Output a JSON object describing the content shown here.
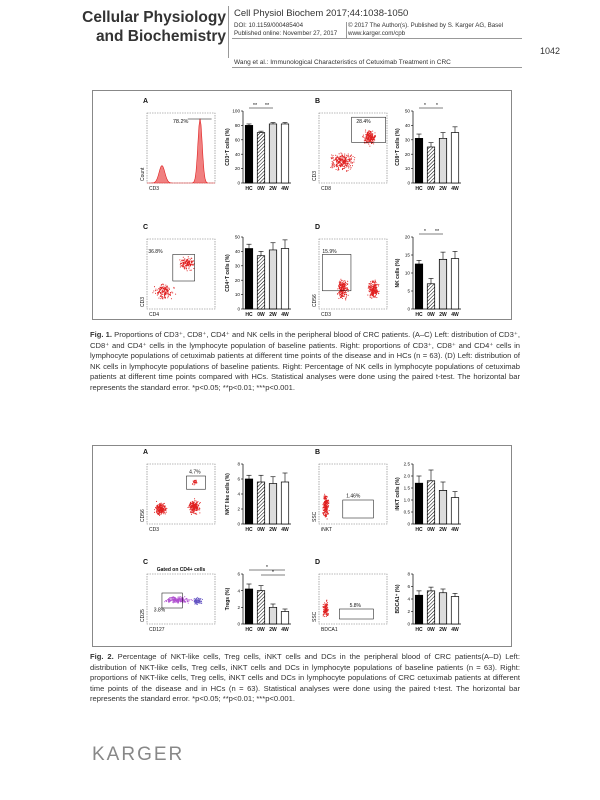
{
  "header": {
    "journal_line1": "Cellular Physiology",
    "journal_line2": "and Biochemistry",
    "citation": "Cell Physiol Biochem 2017;44:1038-1050",
    "doi": "DOI: 10.1159/000485404",
    "published": "Published online: November 27, 2017",
    "copyright": "© 2017 The Author(s). Published by S. Karger AG, Basel",
    "url": "www.karger.com/cpb",
    "page_number": "1042",
    "running_title": "Wang et al.: Immunological Characteristics of Cetuximab Treatment in CRC"
  },
  "figure1": {
    "caption_label": "Fig. 1.",
    "caption_text": "Proportions of CD3⁺, CD8⁺, CD4⁺ and NK cells in the peripheral blood of CRC patients. (A–C) Left: distribution of CD3⁺, CD8⁺ and CD4⁺ cells in the lymphocyte population of baseline patients. Right: proportions of CD3⁺, CD8⁺ and CD4⁺ cells in lymphocyte populations of cetuximab patients at different time points of the disease and in HCs (n = 63). (D) Left: distribution of NK cells in lymphocyte populations of baseline patients. Right: Percentage of NK cells in lymphocyte populations of cetuximab patients at different time points compared with HCs. Statistical analyses were done using the paired t-test. The horizontal bar represents the standard error. *p<0.05; **p<0.01; ***p<0.001."
  },
  "figure2": {
    "caption_label": "Fig. 2.",
    "caption_text": "Percentage of NKT-like cells, Treg cells, iNKT cells and DCs in the peripheral blood of CRC patients(A–D) Left: distribution of NKT-like cells, Treg cells, iNKT cells and DCs in lymphocyte populations of baseline patients (n = 63). Right: proportions of NKT-like cells, Treg cells, iNKT cells and DCs in lymphocyte populations of CRC cetuximab patients at different time points of the disease and in HCs (n = 63). Statistical analyses were done using the paired t-test. The horizontal bar represents the standard error. *p<0.05; **p<0.01; ***p<0.001."
  },
  "footer": {
    "publisher": "KARGER"
  },
  "colors": {
    "scatter": "#e02020",
    "purple": "#b050d0",
    "bar_black": "#000000"
  },
  "chart_data": [
    {
      "id": "1A",
      "type": "bar",
      "categories": [
        "HC",
        "0W",
        "2W",
        "4W"
      ],
      "values": [
        80,
        70,
        82,
        82
      ],
      "errors": [
        2,
        2,
        2,
        2
      ],
      "ylabel": "CD3⁺T cells (%)",
      "ylim": [
        0,
        100
      ],
      "yticks": [
        0,
        20,
        40,
        60,
        80,
        100
      ],
      "sig": [
        "**",
        "**"
      ]
    },
    {
      "id": "1B",
      "type": "bar",
      "categories": [
        "HC",
        "0W",
        "2W",
        "4W"
      ],
      "values": [
        31,
        25,
        31,
        35
      ],
      "errors": [
        3,
        3,
        4,
        4
      ],
      "ylabel": "CD8⁺T cells (%)",
      "ylim": [
        0,
        50
      ],
      "yticks": [
        0,
        10,
        20,
        30,
        40,
        50
      ],
      "sig": [
        "*",
        "*"
      ]
    },
    {
      "id": "1C",
      "type": "bar",
      "categories": [
        "HC",
        "0W",
        "2W",
        "4W"
      ],
      "values": [
        42,
        37,
        41,
        42
      ],
      "errors": [
        3,
        3,
        5,
        6
      ],
      "ylabel": "CD4⁺T cells (%)",
      "ylim": [
        0,
        50
      ],
      "yticks": [
        0,
        10,
        20,
        30,
        40,
        50
      ],
      "sig": []
    },
    {
      "id": "1D",
      "type": "bar",
      "categories": [
        "HC",
        "0W",
        "2W",
        "4W"
      ],
      "values": [
        12.5,
        7,
        13.8,
        14
      ],
      "errors": [
        1,
        1.5,
        2,
        2
      ],
      "ylabel": "NK cells (%)",
      "ylim": [
        0,
        20
      ],
      "yticks": [
        0,
        5,
        10,
        15,
        20
      ],
      "sig": [
        "*",
        "**"
      ]
    },
    {
      "id": "2A",
      "type": "bar",
      "categories": [
        "HC",
        "0W",
        "2W",
        "4W"
      ],
      "values": [
        6,
        5.6,
        5.4,
        5.6
      ],
      "errors": [
        0.5,
        0.9,
        0.9,
        1.2
      ],
      "ylabel": "NKT like cells (%)",
      "ylim": [
        0,
        8
      ],
      "yticks": [
        0,
        2,
        4,
        6,
        8
      ],
      "sig": []
    },
    {
      "id": "2B",
      "type": "bar",
      "categories": [
        "HC",
        "0W",
        "2W",
        "4W"
      ],
      "values": [
        1.7,
        1.8,
        1.4,
        1.1
      ],
      "errors": [
        0.3,
        0.45,
        0.35,
        0.25
      ],
      "ylabel": "iNKT cells (%)",
      "ylim": [
        0,
        2.5
      ],
      "yticks": [
        0,
        0.5,
        1.0,
        1.5,
        2.0,
        2.5
      ],
      "sig": []
    },
    {
      "id": "2C",
      "type": "bar",
      "categories": [
        "HC",
        "0W",
        "2W",
        "4W"
      ],
      "values": [
        4.2,
        4,
        2,
        1.5
      ],
      "errors": [
        0.6,
        0.6,
        0.4,
        0.3
      ],
      "ylabel": "Tregs (%)",
      "ylim": [
        0,
        6
      ],
      "yticks": [
        0,
        2,
        4,
        6
      ],
      "sig": [
        "*",
        "*"
      ]
    },
    {
      "id": "2D",
      "type": "bar",
      "categories": [
        "HC",
        "0W",
        "2W",
        "4W"
      ],
      "values": [
        4.6,
        5.3,
        5,
        4.4
      ],
      "errors": [
        0.7,
        0.6,
        0.6,
        0.5
      ],
      "ylabel": "BDCA1⁺ (%)",
      "ylim": [
        0,
        8
      ],
      "yticks": [
        0,
        2,
        4,
        6,
        8
      ],
      "sig": []
    }
  ],
  "flow_panels": {
    "1A": {
      "label": "A",
      "gate": "78.2%",
      "xlabel": "CD3",
      "ylabel": "Count"
    },
    "1B": {
      "label": "B",
      "gate": "28.4%",
      "xlabel": "CD8",
      "ylabel": "CD3"
    },
    "1C": {
      "label": "C",
      "gate": "36.8%",
      "xlabel": "CD4",
      "ylabel": "CD3"
    },
    "1D": {
      "label": "D",
      "gate": "15.9%",
      "xlabel": "CD3",
      "ylabel": "CD56"
    },
    "2A": {
      "label": "A",
      "gate": "4.7%",
      "xlabel": "CD3",
      "ylabel": "CD56"
    },
    "2B": {
      "label": "B",
      "gate": "1.46%",
      "xlabel": "iNKT",
      "ylabel": "SSC"
    },
    "2C": {
      "label": "C",
      "gate": "3.8%",
      "xlabel": "CD127",
      "ylabel": "CD25",
      "title": "Gated on CD4+ cells"
    },
    "2D": {
      "label": "D",
      "gate": "5.8%",
      "xlabel": "BDCA1",
      "ylabel": "SSC"
    }
  }
}
